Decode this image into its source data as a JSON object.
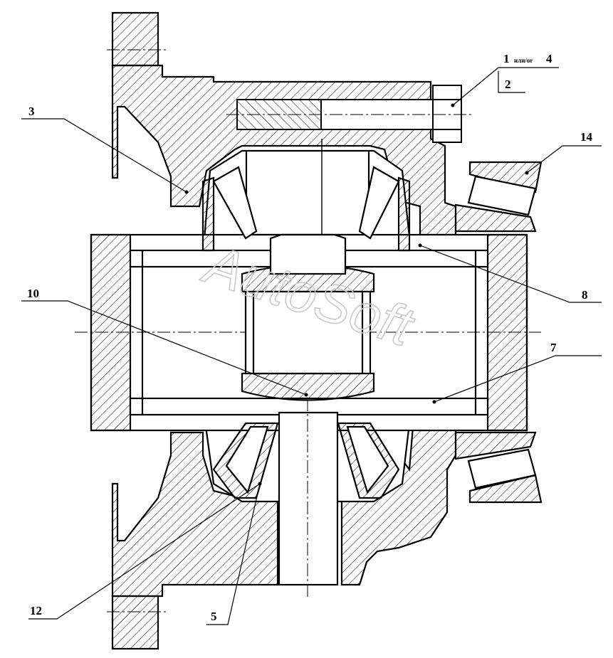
{
  "callouts": {
    "part_1": "1",
    "part_1_or": "или/or",
    "part_4": "4",
    "part_2": "2",
    "part_3": "3",
    "part_14": "14",
    "part_10": "10",
    "part_8": "8",
    "part_7": "7",
    "part_12": "12",
    "part_5": "5"
  },
  "watermark": "AutoSoft"
}
